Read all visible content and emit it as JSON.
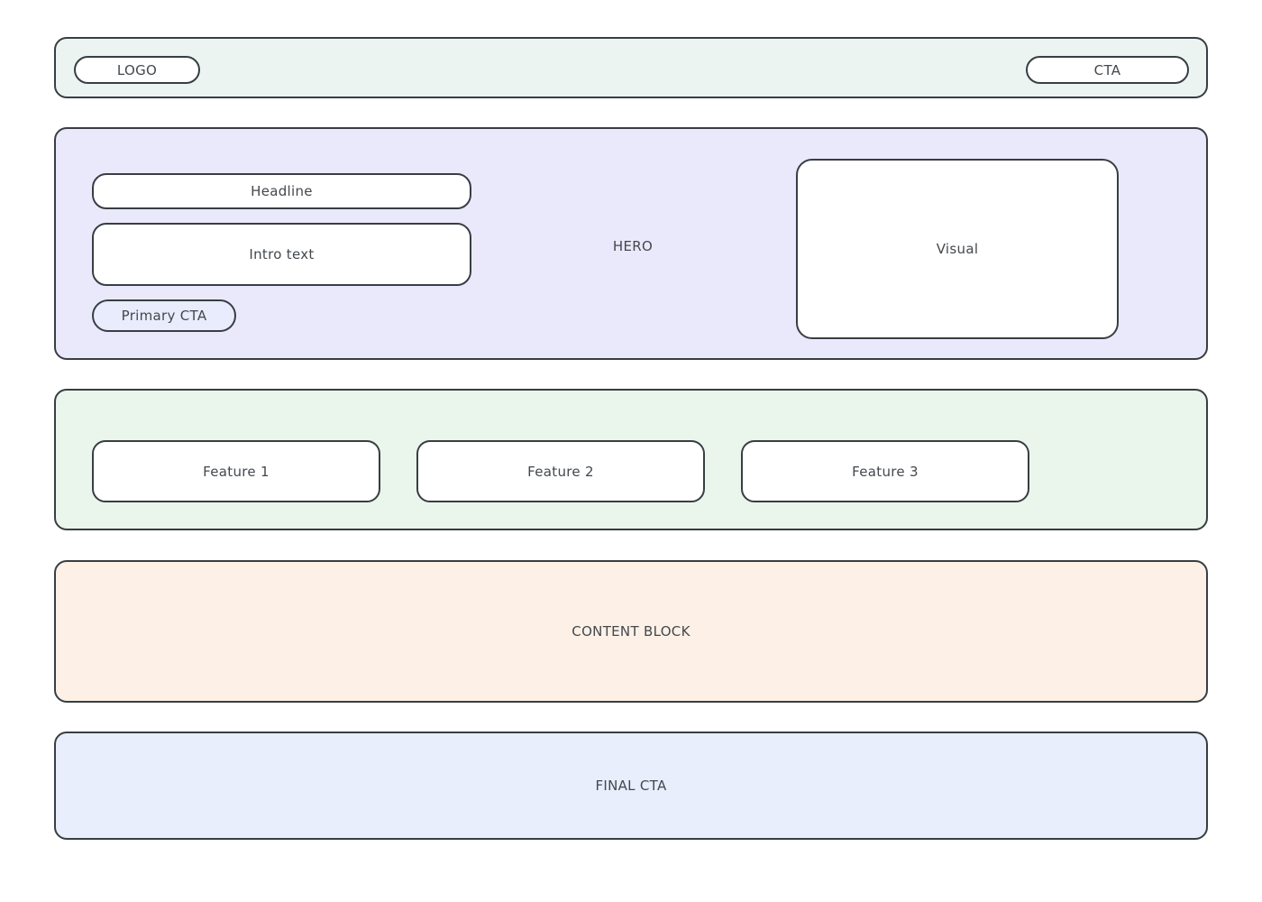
{
  "topbar": {
    "logo_label": "LOGO",
    "cta_label": "CTA"
  },
  "hero": {
    "label": "HERO",
    "headline_label": "Headline",
    "intro_label": "Intro text",
    "primary_cta_label": "Primary CTA",
    "visual_label": "Visual"
  },
  "features": {
    "items": [
      {
        "label": "Feature 1"
      },
      {
        "label": "Feature 2"
      },
      {
        "label": "Feature 3"
      }
    ]
  },
  "content_block": {
    "label": "CONTENT BLOCK"
  },
  "final_cta": {
    "label": "FINAL CTA"
  },
  "colors": {
    "border": "#383e43",
    "text": "#43484d",
    "topbar_bg": "#ecf4f2",
    "hero_bg": "#eae9fb",
    "features_bg": "#eaf5ec",
    "content_bg": "#fdf1e7",
    "final_bg": "#e8eefc",
    "primary_cta_bg": "#e8ecfc",
    "box_bg": "#ffffff"
  }
}
